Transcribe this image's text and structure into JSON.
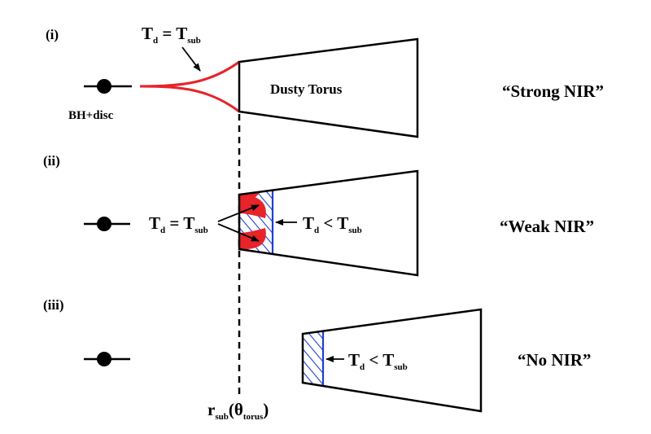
{
  "panels": [
    {
      "label": "(i)",
      "result": "“Strong NIR”",
      "annotation": {
        "t": "T",
        "t_sub": "d",
        "relation": " = T",
        "rel_sub": "sub"
      },
      "torus_label": "Dusty Torus",
      "bh_label": "BH+disc"
    },
    {
      "label": "(ii)",
      "result": "“Weak NIR”",
      "annotation_eq": {
        "t": "T",
        "t_sub": "d",
        "relation": " = T",
        "rel_sub": "sub"
      },
      "annotation_lt": {
        "t": "T",
        "t_sub": "d",
        "relation": " < T",
        "rel_sub": "sub"
      }
    },
    {
      "label": "(iii)",
      "result": "“No NIR”",
      "annotation_lt": {
        "t": "T",
        "t_sub": "d",
        "relation": " < T",
        "rel_sub": "sub"
      }
    }
  ],
  "rsub_label": {
    "r": "r",
    "r_sub": "sub",
    "paren_open": "(",
    "theta": "θ",
    "theta_sub": "torus",
    "paren_close": ")"
  },
  "colors": {
    "hot_edge": "#e8232a",
    "hatch": "#1f3fd1",
    "line": "#000000"
  }
}
